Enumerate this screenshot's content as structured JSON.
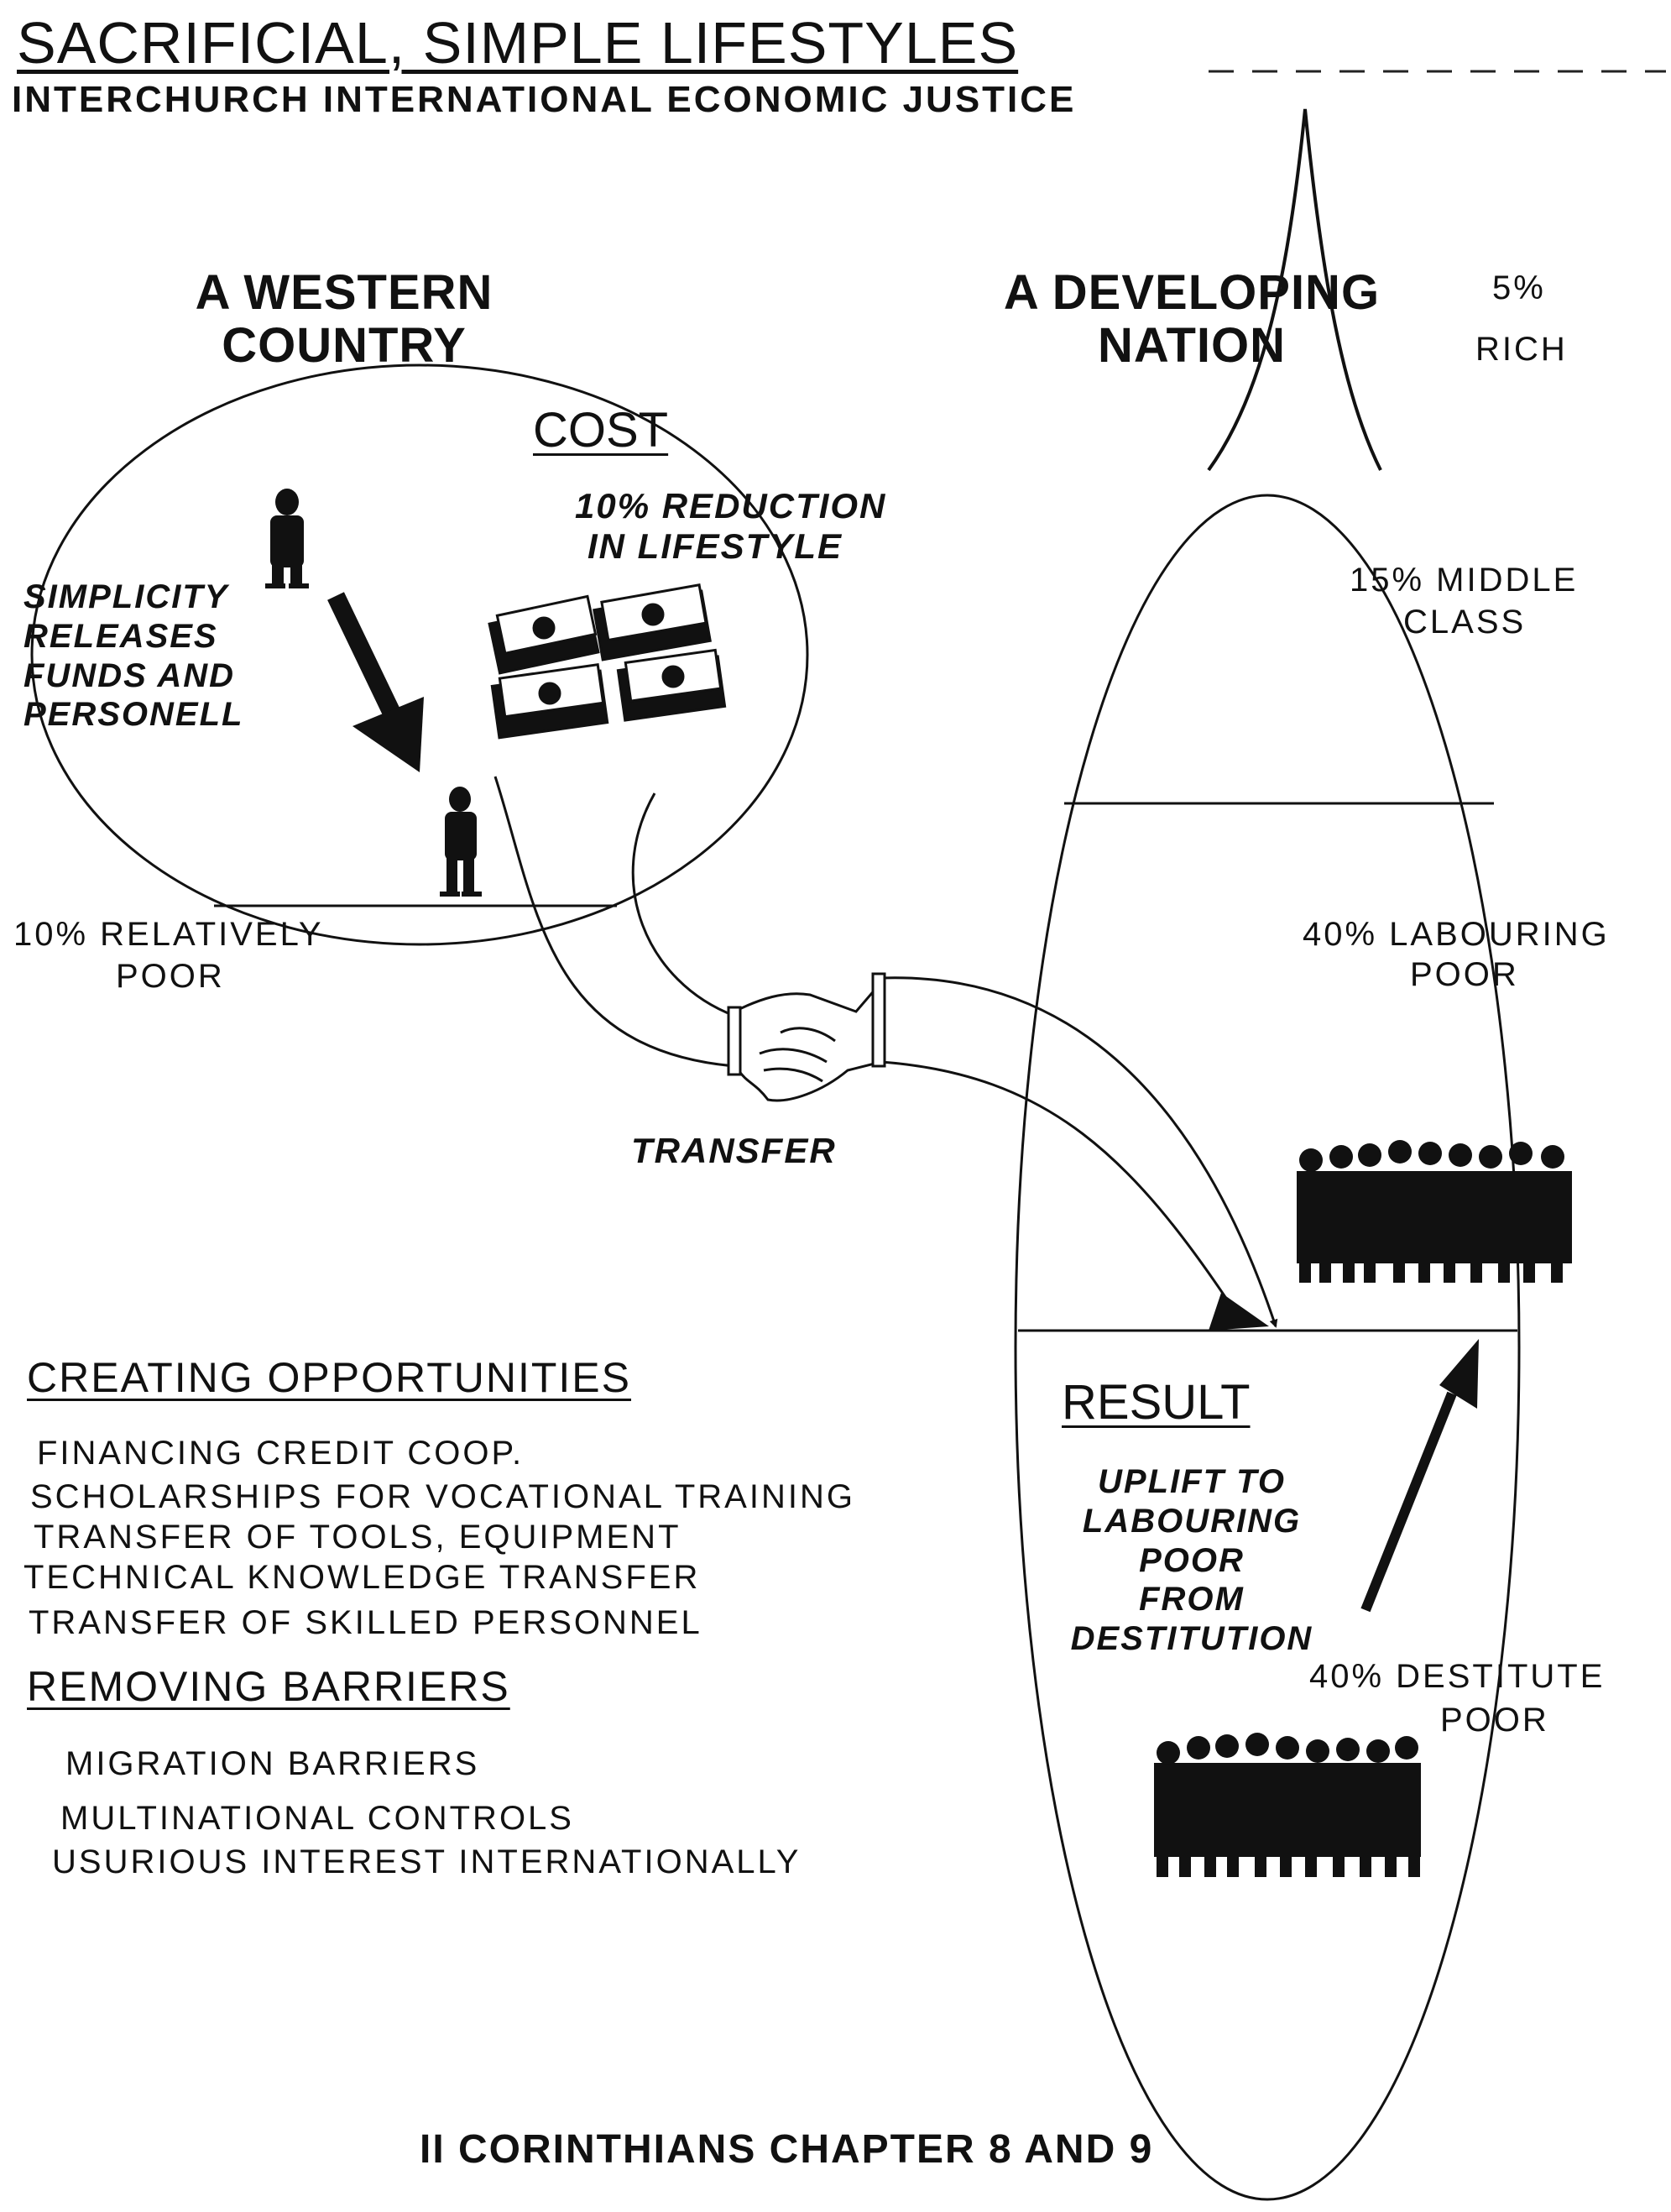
{
  "header": {
    "title": "SACRIFICIAL, SIMPLE LIFESTYLES",
    "subtitle": "INTERCHURCH INTERNATIONAL ECONOMIC JUSTICE"
  },
  "western": {
    "heading_line1": "A WESTERN",
    "heading_line2": "COUNTRY",
    "cost_label": "COST",
    "cost_text_line1": "10% REDUCTION",
    "cost_text_line2": "IN LIFESTYLE",
    "simplicity_lines": [
      "SIMPLICITY",
      "RELEASES",
      "FUNDS AND",
      "PERSONELL"
    ],
    "poor_line1": "10% RELATIVELY",
    "poor_line2": "POOR"
  },
  "transfer_label": "TRANSFER",
  "developing": {
    "heading_line1": "A DEVELOPING",
    "heading_line2": "NATION",
    "rich_pct": "5%",
    "rich_label": "RICH",
    "middle_line1": "15% MIDDLE",
    "middle_line2": "CLASS",
    "labouring_line1": "40% LABOURING",
    "labouring_line2": "POOR",
    "result_label": "RESULT",
    "uplift_lines": [
      "UPLIFT TO",
      "LABOURING",
      "POOR",
      "FROM",
      "DESTITUTION"
    ],
    "destitute_line1": "40% DESTITUTE",
    "destitute_line2": "POOR"
  },
  "opportunities": {
    "heading": "CREATING OPPORTUNITIES",
    "items": [
      "FINANCING CREDIT COOP.",
      "SCHOLARSHIPS FOR VOCATIONAL TRAINING",
      "TRANSFER OF TOOLS, EQUIPMENT",
      "TECHNICAL KNOWLEDGE TRANSFER",
      "TRANSFER OF SKILLED PERSONNEL"
    ]
  },
  "barriers": {
    "heading": "REMOVING BARRIERS",
    "items": [
      "MIGRATION BARRIERS",
      "MULTINATIONAL CONTROLS",
      "USURIOUS INTEREST INTERNATIONALLY"
    ]
  },
  "footer": {
    "reference": "II CORINTHIANS CHAPTER 8 AND 9"
  }
}
